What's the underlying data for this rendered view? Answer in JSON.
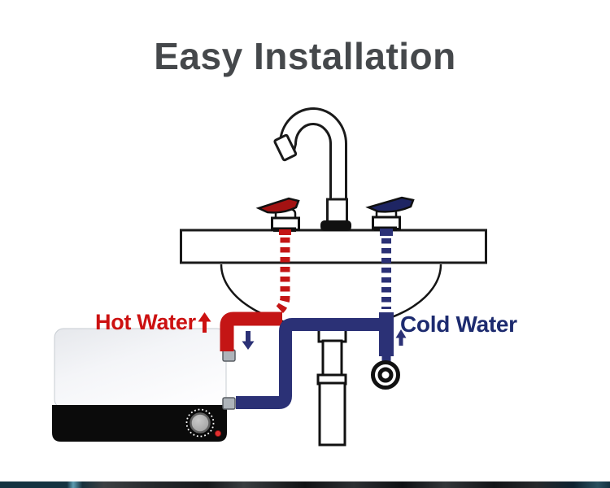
{
  "title": "Easy Installation",
  "labels": {
    "hot": "Hot Water",
    "cold": "Cold Water"
  },
  "icons": {
    "hot_flow_up_arrow": "↑",
    "cold_flow_down_arrow": "↓",
    "cold_flow_up_arrow": "↑"
  },
  "colors": {
    "title_text": "#45484b",
    "hot": "#c41515",
    "hot_text": "#cc1111",
    "hot_handle": "#a31212",
    "cold": "#2b3176",
    "cold_text": "#1d2b6f",
    "cold_handle": "#1e2563",
    "line_art": "#1a1a1a",
    "heater_panel": "#0b0b0b",
    "indicator_light": "#e23030",
    "footer_strip": "#143341"
  }
}
